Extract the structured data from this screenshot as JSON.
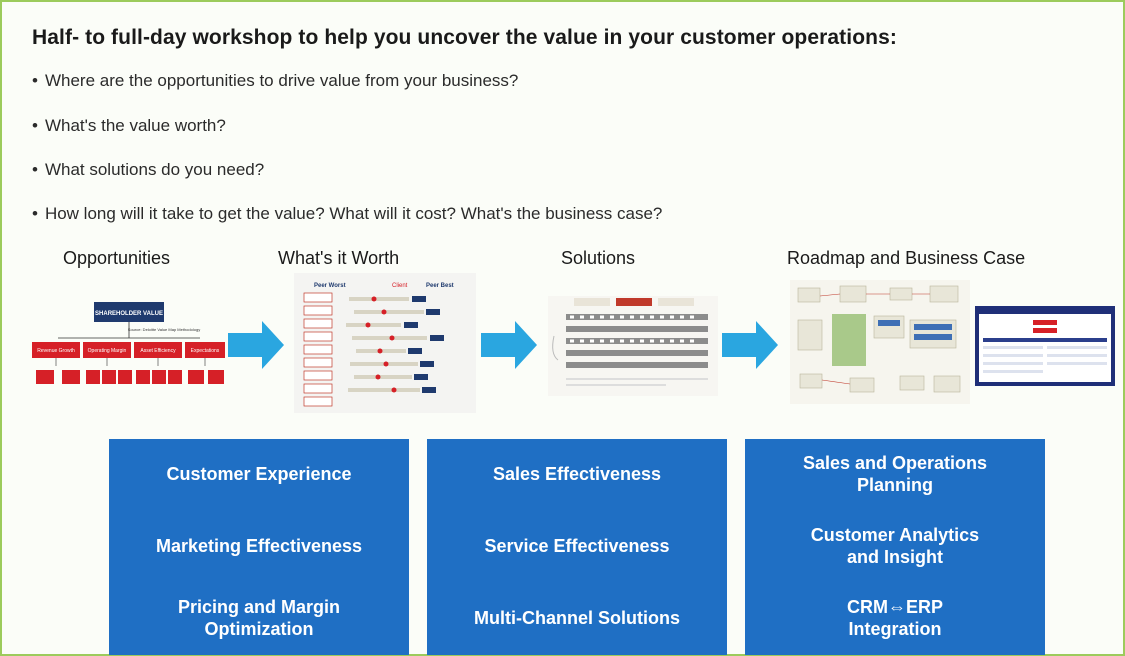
{
  "heading": "Half- to full-day workshop to help you uncover the value in your customer operations:",
  "bullets": [
    "Where are the opportunities to drive value from your business?",
    "What's the value worth?",
    "What solutions do you need?",
    "How long will it take to get the value? What will it cost? What's the business case?"
  ],
  "bullet_glyph": "•",
  "steps": [
    {
      "label": "Opportunities"
    },
    {
      "label": "What's it Worth"
    },
    {
      "label": "Solutions"
    },
    {
      "label": "Roadmap and Business Case"
    }
  ],
  "opportunity_tree": {
    "root": "SHAREHOLDER VALUE",
    "subtitle": "Source: Deloitte Value Map Methodology",
    "level1": [
      "Revenue Growth",
      "Operating Margin",
      "Asset Efficiency",
      "Expectations"
    ]
  },
  "worth_chart": {
    "legend": [
      "Peer Worst",
      "Client",
      "Peer Best"
    ]
  },
  "solution_tiles": [
    "Customer Experience",
    "Sales Effectiveness",
    "Sales and Operations\nPlanning",
    "Marketing Effectiveness",
    "Service Effectiveness",
    "Customer Analytics\nand Insight",
    "Pricing and Margin\nOptimization",
    "Multi-Channel Solutions",
    "CRM⇔ERP\nIntegration"
  ],
  "colors": {
    "border": "#9ccb5c",
    "tile": "#1f6fc4",
    "arrow": "#2aa6e0",
    "tree_red": "#d62027",
    "tree_navy": "#1f3a6e"
  }
}
